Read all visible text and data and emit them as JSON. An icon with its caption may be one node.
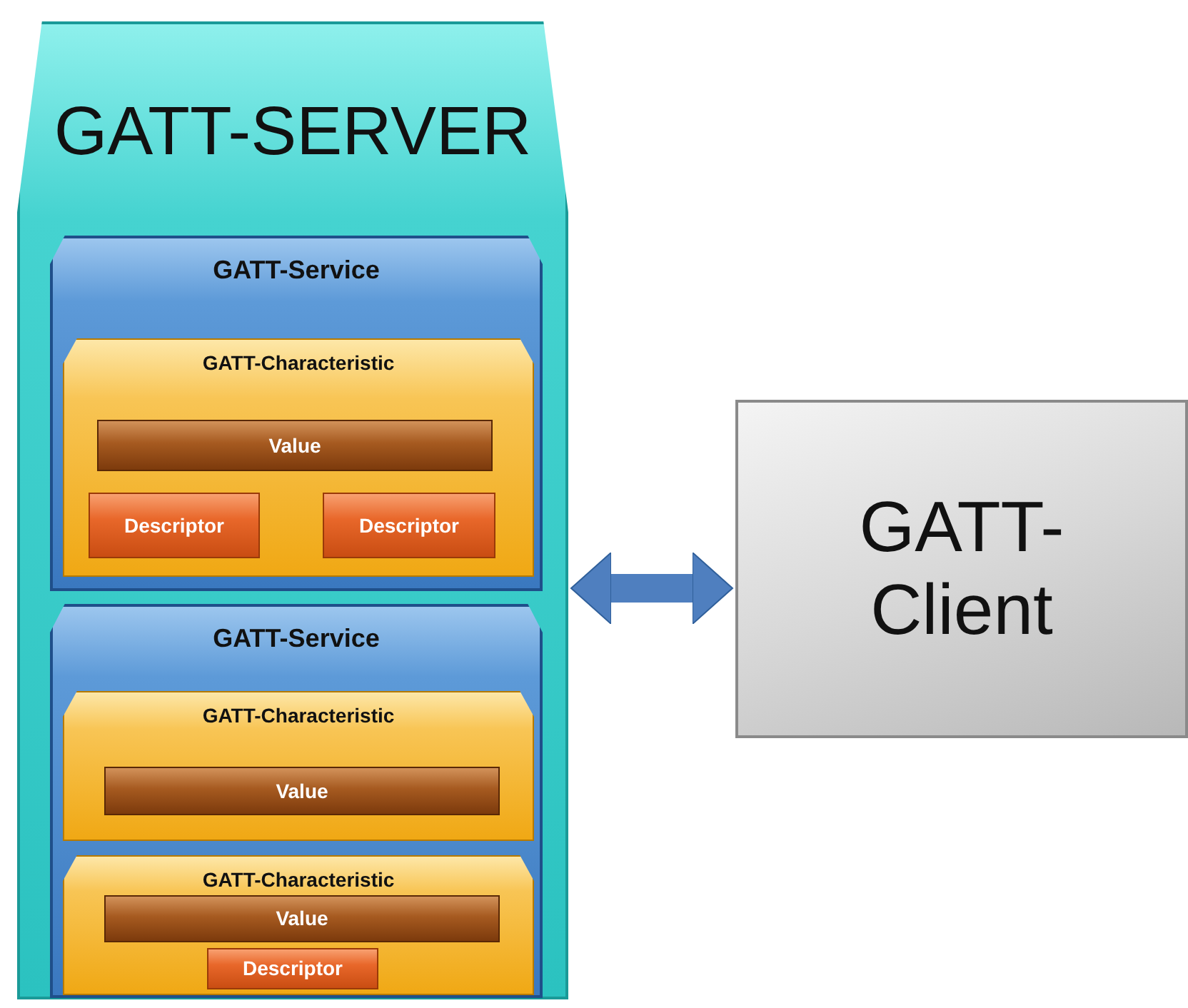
{
  "diagram": {
    "nodes": [
      {
        "text": [
          "GATT-SERVER"
        ]
      },
      {
        "text": [
          "GATT-Service"
        ],
        "in": 0
      },
      {
        "text": [
          "GATT-Characteristic"
        ],
        "in": 1
      },
      {
        "text": [
          "Value"
        ],
        "in": 2
      },
      {
        "text": [
          "Descriptor"
        ],
        "in": 2
      },
      {
        "text": [
          "Descriptor"
        ],
        "in": 2
      },
      {
        "text": [
          "GATT-Service"
        ],
        "in": 0
      },
      {
        "text": [
          "GATT-Characteristic"
        ],
        "in": 6
      },
      {
        "text": [
          "Value"
        ],
        "in": 7
      },
      {
        "text": [
          "GATT-Characteristic"
        ],
        "in": 6
      },
      {
        "text": [
          "Value"
        ],
        "in": 9
      },
      {
        "text": [
          "Descriptor"
        ],
        "in": 9
      },
      {
        "text": [
          "GATT-Client"
        ]
      }
    ],
    "edges": [
      {
        "from": 0,
        "to": 12,
        "arrow": "both"
      }
    ]
  }
}
